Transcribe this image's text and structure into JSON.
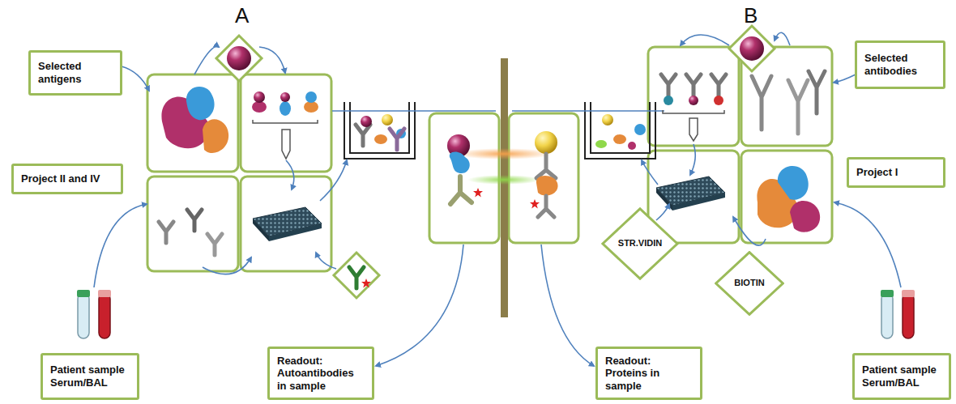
{
  "diagram": {
    "nodes": [
      {
        "text": [
          "Selected antigens"
        ]
      },
      {
        "text": [
          "Project II and IV"
        ]
      },
      {
        "text": [
          "Patient sample Serum/BAL"
        ]
      },
      {
        "text": [
          "Readout: Autoantibodies in sample"
        ]
      },
      {
        "text": [
          "Readout: Proteins in sample"
        ]
      },
      {
        "text": [
          "Selected antibodies"
        ]
      },
      {
        "text": [
          "Project I"
        ]
      },
      {
        "text": [
          "Patient sample Serum/BAL"
        ]
      },
      {
        "text": [
          "STR.VIDIN"
        ]
      },
      {
        "text": [
          "BIOTIN"
        ]
      }
    ],
    "labels": [
      "A",
      "B"
    ]
  }
}
